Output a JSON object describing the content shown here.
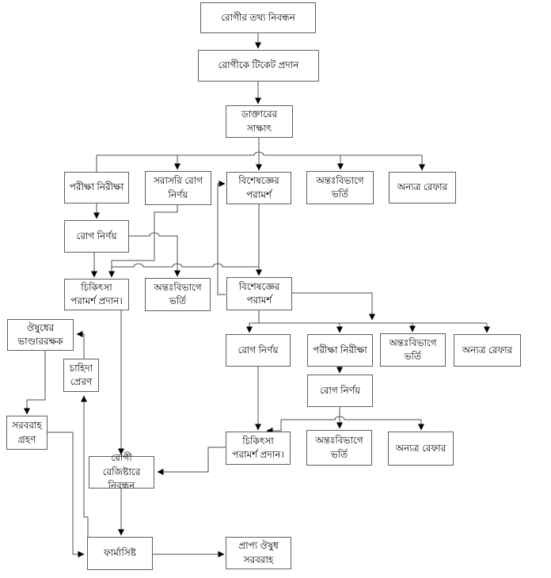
{
  "nodes": {
    "patient-info-registration": "রোগীর তথ্য নিবন্ধন",
    "patient-ticket-issue": "রোগীকে টিকেট প্রদান",
    "doctor-visit": "ডাক্তারের\nসাক্ষাৎ",
    "tests-investigations-1": "পরীক্ষা নিরীক্ষা",
    "direct-diagnosis": "সরাসরি রোগ\nনির্ণয়",
    "specialist-consultation-1": "বিশেষজ্ঞের\nপরামর্শ",
    "inpatient-admission-1": "অন্তঃবিভাগে\nভর্তি",
    "refer-elsewhere-1": "অন্যত্র রেফার",
    "disease-diagnosis-1": "রোগ নির্ণয়",
    "treatment-advice-1": "চিকিৎসা\nপরামর্শ প্রদান।",
    "inpatient-admission-2": "অন্তঃবিভাগে\nভর্তি",
    "specialist-consultation-2": "বিশেষজ্ঞের\nপরামর্শ",
    "medicine-storekeeper": "ঔষুধের\nভাণ্ডাররক্ষক",
    "demand-send": "চাহিদা\nপ্রেরণ",
    "supply-receive": "সরবরাহ\nগ্রহণ",
    "disease-diagnosis-2": "রোগ নির্ণয়",
    "tests-investigations-2": "পরীক্ষা নিরীক্ষা",
    "inpatient-admission-3": "অন্তঃবিভাগে\nভর্তি",
    "refer-elsewhere-2": "অন্যত্র রেফার",
    "disease-diagnosis-3": "রোগ নির্ণয়",
    "treatment-advice-2": "চিকিৎসা\nপরামর্শ প্রদান।",
    "inpatient-admission-4": "অন্তঃবিভাগে\nভর্তি",
    "refer-elsewhere-3": "অন্যত্র রেফার",
    "patient-register-record": "রোগী রেজিষ্টারে\nনিবন্ধন",
    "pharmacist": "ফার্মাসিষ্ট",
    "medicine-supply": "প্রাপ্য ঔষুধ\nসরবরাহ"
  },
  "colors": {
    "background": "#ffffff",
    "box_fill": "#ffffff",
    "box_border": "#5f5f5f",
    "line": "#4d4d4d",
    "arrow": "#000000",
    "text": "#000000"
  }
}
